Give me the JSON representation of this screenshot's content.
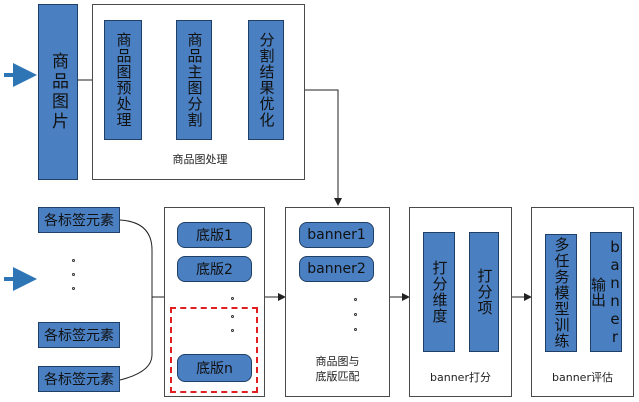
{
  "top": {
    "product_image": "商品图片",
    "steps": [
      "商品图预处理",
      "商品主图分割",
      "分割结果优化"
    ],
    "caption": "商品图处理"
  },
  "tags": {
    "item_label": "各标签元素",
    "rows": [
      "各标签元素",
      "各标签元素",
      "各标签元素"
    ]
  },
  "templates": {
    "items": [
      "底版1",
      "底版2",
      "底版n"
    ]
  },
  "matching": {
    "items": [
      "banner1",
      "banner2"
    ],
    "caption_line1": "商品图与",
    "caption_line2": "底版匹配"
  },
  "scoring": {
    "boxes": [
      "打分维度",
      "打分项"
    ],
    "caption": "banner打分"
  },
  "evaluation": {
    "boxes": [
      "多任务模型训练",
      "banner输出"
    ],
    "caption": "banner评估"
  },
  "colors": {
    "box_fill": "#4a7fc1",
    "input_arrow": "#2e75b6",
    "dashed_border": "#e02020"
  }
}
